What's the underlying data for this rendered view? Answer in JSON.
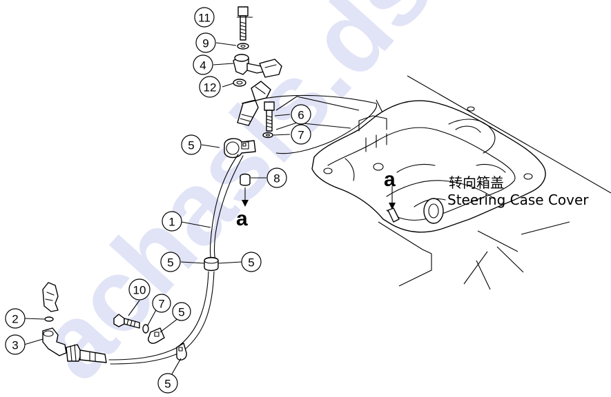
{
  "callouts": {
    "c11": "11",
    "c9": "9",
    "c4": "4",
    "c12": "12",
    "c6": "6",
    "c7a": "7",
    "c5a": "5",
    "c8": "8",
    "c1": "1",
    "c5b": "5",
    "c5c": "5",
    "c10": "10",
    "c7b": "7",
    "c5d": "5",
    "c2": "2",
    "c3": "3",
    "c5e": "5"
  },
  "markers": {
    "a_left": "a",
    "a_right": "a"
  },
  "labels": {
    "chinese": "转向箱盖",
    "english": "Steering Case Cover"
  },
  "watermark": {
    "text": "achasis.dsu"
  }
}
